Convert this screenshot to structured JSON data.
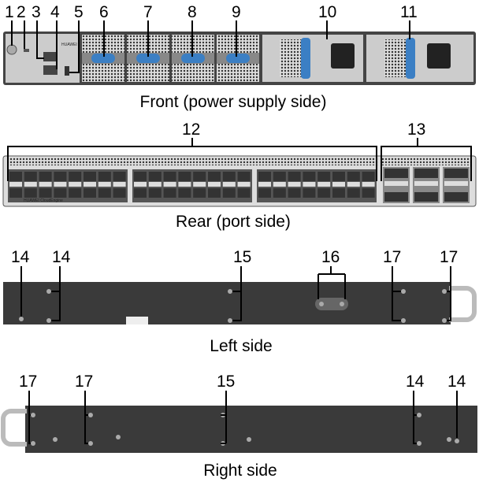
{
  "views": {
    "front": {
      "caption": "Front (power supply side)",
      "callouts": [
        "1",
        "2",
        "3",
        "4",
        "5",
        "6",
        "7",
        "8",
        "9",
        "10",
        "11"
      ],
      "brand": "HUAWEI"
    },
    "rear": {
      "caption": "Rear (port side)",
      "callouts": [
        "12",
        "13"
      ],
      "model": "HUAWEI CloudEngine"
    },
    "left": {
      "caption": "Left side",
      "callouts": [
        "14",
        "14",
        "15",
        "16",
        "17",
        "17"
      ]
    },
    "right": {
      "caption": "Right side",
      "callouts": [
        "17",
        "17",
        "15",
        "14",
        "14"
      ]
    }
  },
  "colors": {
    "chassis": "#3a3a3a",
    "panel": "#d9d9d9",
    "handle_blue": "#3b7fc4"
  }
}
